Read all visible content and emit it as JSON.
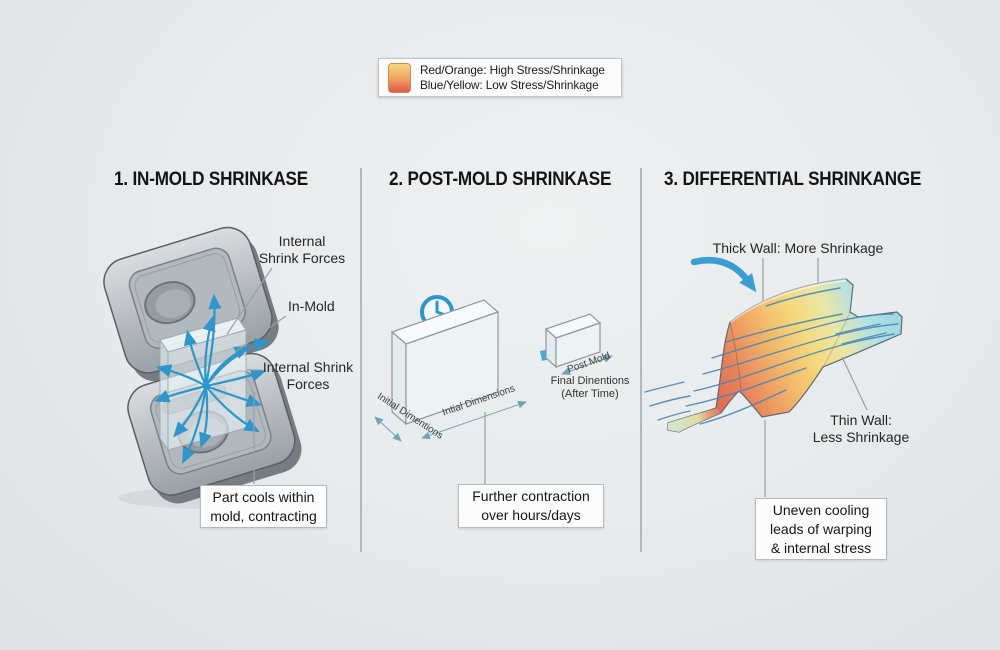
{
  "legend": {
    "line1": "Red/Orange: High Stress/Shrinkage",
    "line2": "Blue/Yellow: Low Stress/Shrinkage"
  },
  "panel1": {
    "title": "1. IN-MOLD SHRINKASE",
    "label_top_line1": "Internal",
    "label_top_line2": "Shrink Forces",
    "label_inmold": "In-Mold",
    "label_right_line1": "Internal Shrink",
    "label_right_line2": "Forces",
    "caption_line1": "Part cools within",
    "caption_line2": "mold, contracting"
  },
  "panel2": {
    "title": "2. POST-MOLD SHRINKASE",
    "label_dim_left": "Initial Dimentions",
    "label_dim_bottom": "Intial Dimensions",
    "label_post_mold": "Post Mold",
    "label_final_line1": "Final Dinentions",
    "label_final_line2": "(After Time)",
    "caption_line1": "Further contraction",
    "caption_line2": "over hours/days"
  },
  "panel3": {
    "title": "3. DIFFERENTIAL SHRINKANGE",
    "label_thick": "Thick Wall: More Shrinkage",
    "label_thin_line1": "Thin Wall:",
    "label_thin_line2": "Less Shrinkage",
    "caption_line1": "Uneven cooling",
    "caption_line2": "leads of warping",
    "caption_line3": "& internal stress"
  },
  "colors": {
    "accent_blue": "#2e96ca",
    "high_stress_red": "#e0584c",
    "low_stress_yellow": "#f8da7c",
    "low_stress_blue": "#92d3ea"
  }
}
